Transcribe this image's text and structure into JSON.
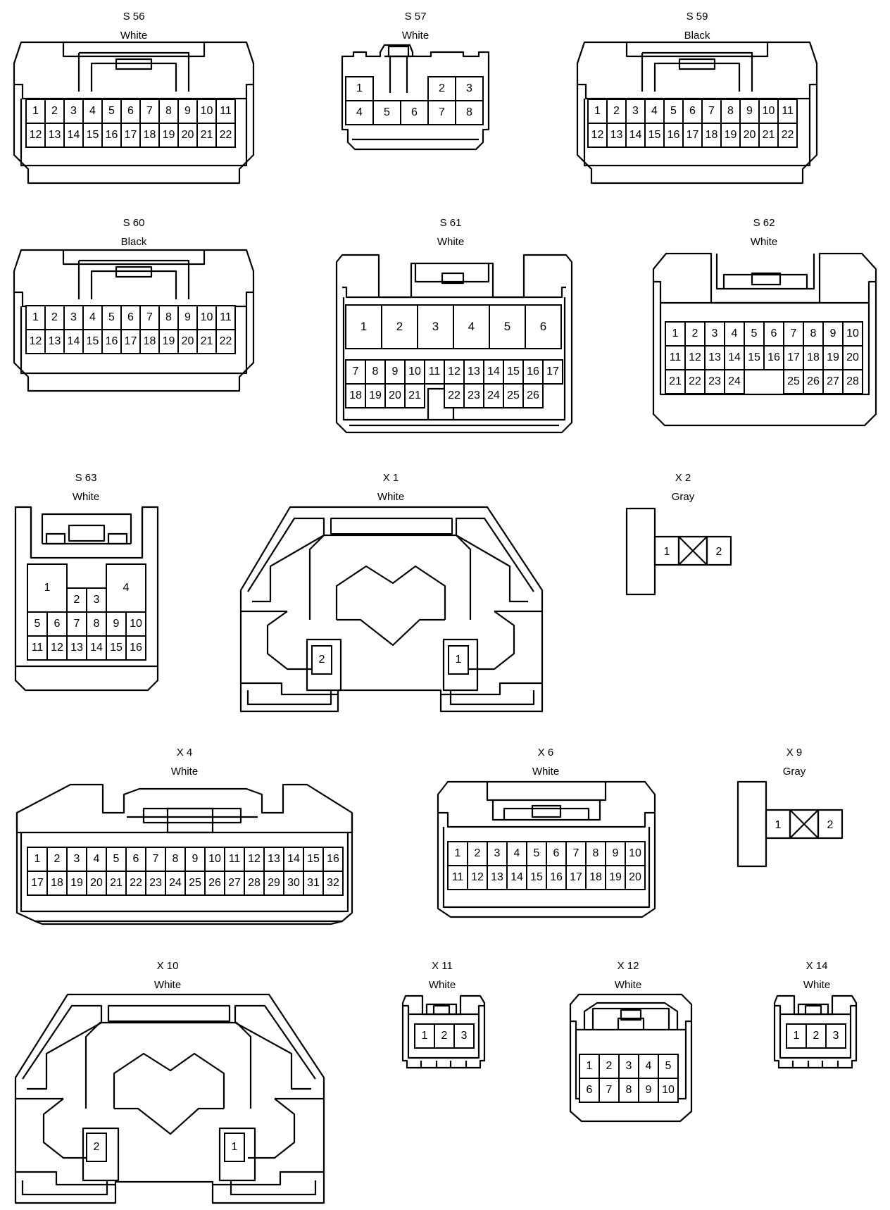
{
  "connectors": [
    {
      "id": "s56",
      "code": "S 56",
      "color": "White",
      "pins": [
        "1",
        "2",
        "3",
        "4",
        "5",
        "6",
        "7",
        "8",
        "9",
        "10",
        "11",
        "12",
        "13",
        "14",
        "15",
        "16",
        "17",
        "18",
        "19",
        "20",
        "21",
        "22"
      ]
    },
    {
      "id": "s57",
      "code": "S 57",
      "color": "White",
      "pins": [
        "1",
        "2",
        "3",
        "4",
        "5",
        "6",
        "7",
        "8"
      ]
    },
    {
      "id": "s59",
      "code": "S 59",
      "color": "Black",
      "pins": [
        "1",
        "2",
        "3",
        "4",
        "5",
        "6",
        "7",
        "8",
        "9",
        "10",
        "11",
        "12",
        "13",
        "14",
        "15",
        "16",
        "17",
        "18",
        "19",
        "20",
        "21",
        "22"
      ]
    },
    {
      "id": "s60",
      "code": "S 60",
      "color": "Black",
      "pins": [
        "1",
        "2",
        "3",
        "4",
        "5",
        "6",
        "7",
        "8",
        "9",
        "10",
        "11",
        "12",
        "13",
        "14",
        "15",
        "16",
        "17",
        "18",
        "19",
        "20",
        "21",
        "22"
      ]
    },
    {
      "id": "s61",
      "code": "S 61",
      "color": "White",
      "pins": [
        "1",
        "2",
        "3",
        "4",
        "5",
        "6",
        "7",
        "8",
        "9",
        "10",
        "11",
        "12",
        "13",
        "14",
        "15",
        "16",
        "17",
        "18",
        "19",
        "20",
        "21",
        "22",
        "23",
        "24",
        "25",
        "26"
      ]
    },
    {
      "id": "s62",
      "code": "S 62",
      "color": "White",
      "pins": [
        "1",
        "2",
        "3",
        "4",
        "5",
        "6",
        "7",
        "8",
        "9",
        "10",
        "11",
        "12",
        "13",
        "14",
        "15",
        "16",
        "17",
        "18",
        "19",
        "20",
        "21",
        "22",
        "23",
        "24",
        "25",
        "26",
        "27",
        "28"
      ]
    },
    {
      "id": "s63",
      "code": "S 63",
      "color": "White",
      "pins": [
        "1",
        "2",
        "3",
        "4",
        "5",
        "6",
        "7",
        "8",
        "9",
        "10",
        "11",
        "12",
        "13",
        "14",
        "15",
        "16"
      ]
    },
    {
      "id": "x1",
      "code": "X 1",
      "color": "White",
      "pins": [
        "1",
        "2"
      ]
    },
    {
      "id": "x2",
      "code": "X 2",
      "color": "Gray",
      "pins": [
        "1",
        "2"
      ]
    },
    {
      "id": "x4",
      "code": "X 4",
      "color": "White",
      "pins": [
        "1",
        "2",
        "3",
        "4",
        "5",
        "6",
        "7",
        "8",
        "9",
        "10",
        "11",
        "12",
        "13",
        "14",
        "15",
        "16",
        "17",
        "18",
        "19",
        "20",
        "21",
        "22",
        "23",
        "24",
        "25",
        "26",
        "27",
        "28",
        "29",
        "30",
        "31",
        "32"
      ]
    },
    {
      "id": "x6",
      "code": "X 6",
      "color": "White",
      "pins": [
        "1",
        "2",
        "3",
        "4",
        "5",
        "6",
        "7",
        "8",
        "9",
        "10",
        "11",
        "12",
        "13",
        "14",
        "15",
        "16",
        "17",
        "18",
        "19",
        "20"
      ]
    },
    {
      "id": "x9",
      "code": "X 9",
      "color": "Gray",
      "pins": [
        "1",
        "2"
      ]
    },
    {
      "id": "x10",
      "code": "X 10",
      "color": "White",
      "pins": [
        "1",
        "2"
      ]
    },
    {
      "id": "x11",
      "code": "X 11",
      "color": "White",
      "pins": [
        "1",
        "2",
        "3"
      ]
    },
    {
      "id": "x12",
      "code": "X 12",
      "color": "White",
      "pins": [
        "1",
        "2",
        "3",
        "4",
        "5",
        "6",
        "7",
        "8",
        "9",
        "10"
      ]
    },
    {
      "id": "x14",
      "code": "X 14",
      "color": "White",
      "pins": [
        "1",
        "2",
        "3"
      ]
    }
  ]
}
